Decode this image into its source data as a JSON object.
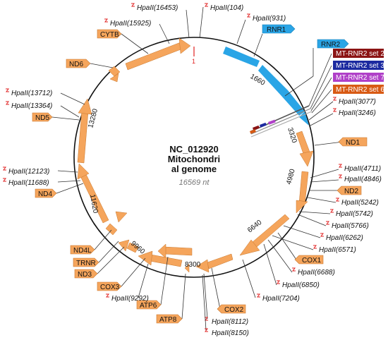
{
  "title": [
    "NC_012920",
    "Mitochondri",
    "al genome"
  ],
  "subtitle": "16569 nt",
  "origin_tick": "1",
  "ticks": [
    "1660",
    "3320",
    "4980",
    "6640",
    "8300",
    "9960",
    "11620",
    "13280"
  ],
  "genes": [
    "RNR1",
    "RNR2",
    "ND1",
    "ND2",
    "COX1",
    "COX2",
    "ATP8",
    "ATP6",
    "COX3",
    "ND3",
    "TRNR",
    "ND4L",
    "ND4",
    "ND5",
    "ND6",
    "CYTB"
  ],
  "primer_sets": [
    "MT-RNR2 set 2",
    "MT-RNR2 set 3",
    "MT-RNR2 set 7",
    "MT-RNR2 set 6"
  ],
  "colors": {
    "gene": "#f5a55c",
    "gene_stroke": "#c8772e",
    "rrna": "#2aa5e6",
    "set2": "#8b1414",
    "set3": "#1c2aa0",
    "set7": "#b040c8",
    "set6": "#d85a14",
    "hpa_icon": "#e02020"
  },
  "hpaii_sites": [
    "HpaII(104)",
    "HpaII(931)",
    "HpaII(3077)",
    "HpaII(3246)",
    "HpaII(4711)",
    "HpaII(4846)",
    "HpaII(5242)",
    "HpaII(5742)",
    "HpaII(5766)",
    "HpaII(6262)",
    "HpaII(6571)",
    "HpaII(6688)",
    "HpaII(6850)",
    "HpaII(7204)",
    "HpaII(8112)",
    "HpaII(8150)",
    "HpaII(9292)",
    "HpaII(11688)",
    "HpaII(12123)",
    "HpaII(13364)",
    "HpaII(13712)",
    "HpaII(15925)",
    "HpaII(16453)"
  ]
}
